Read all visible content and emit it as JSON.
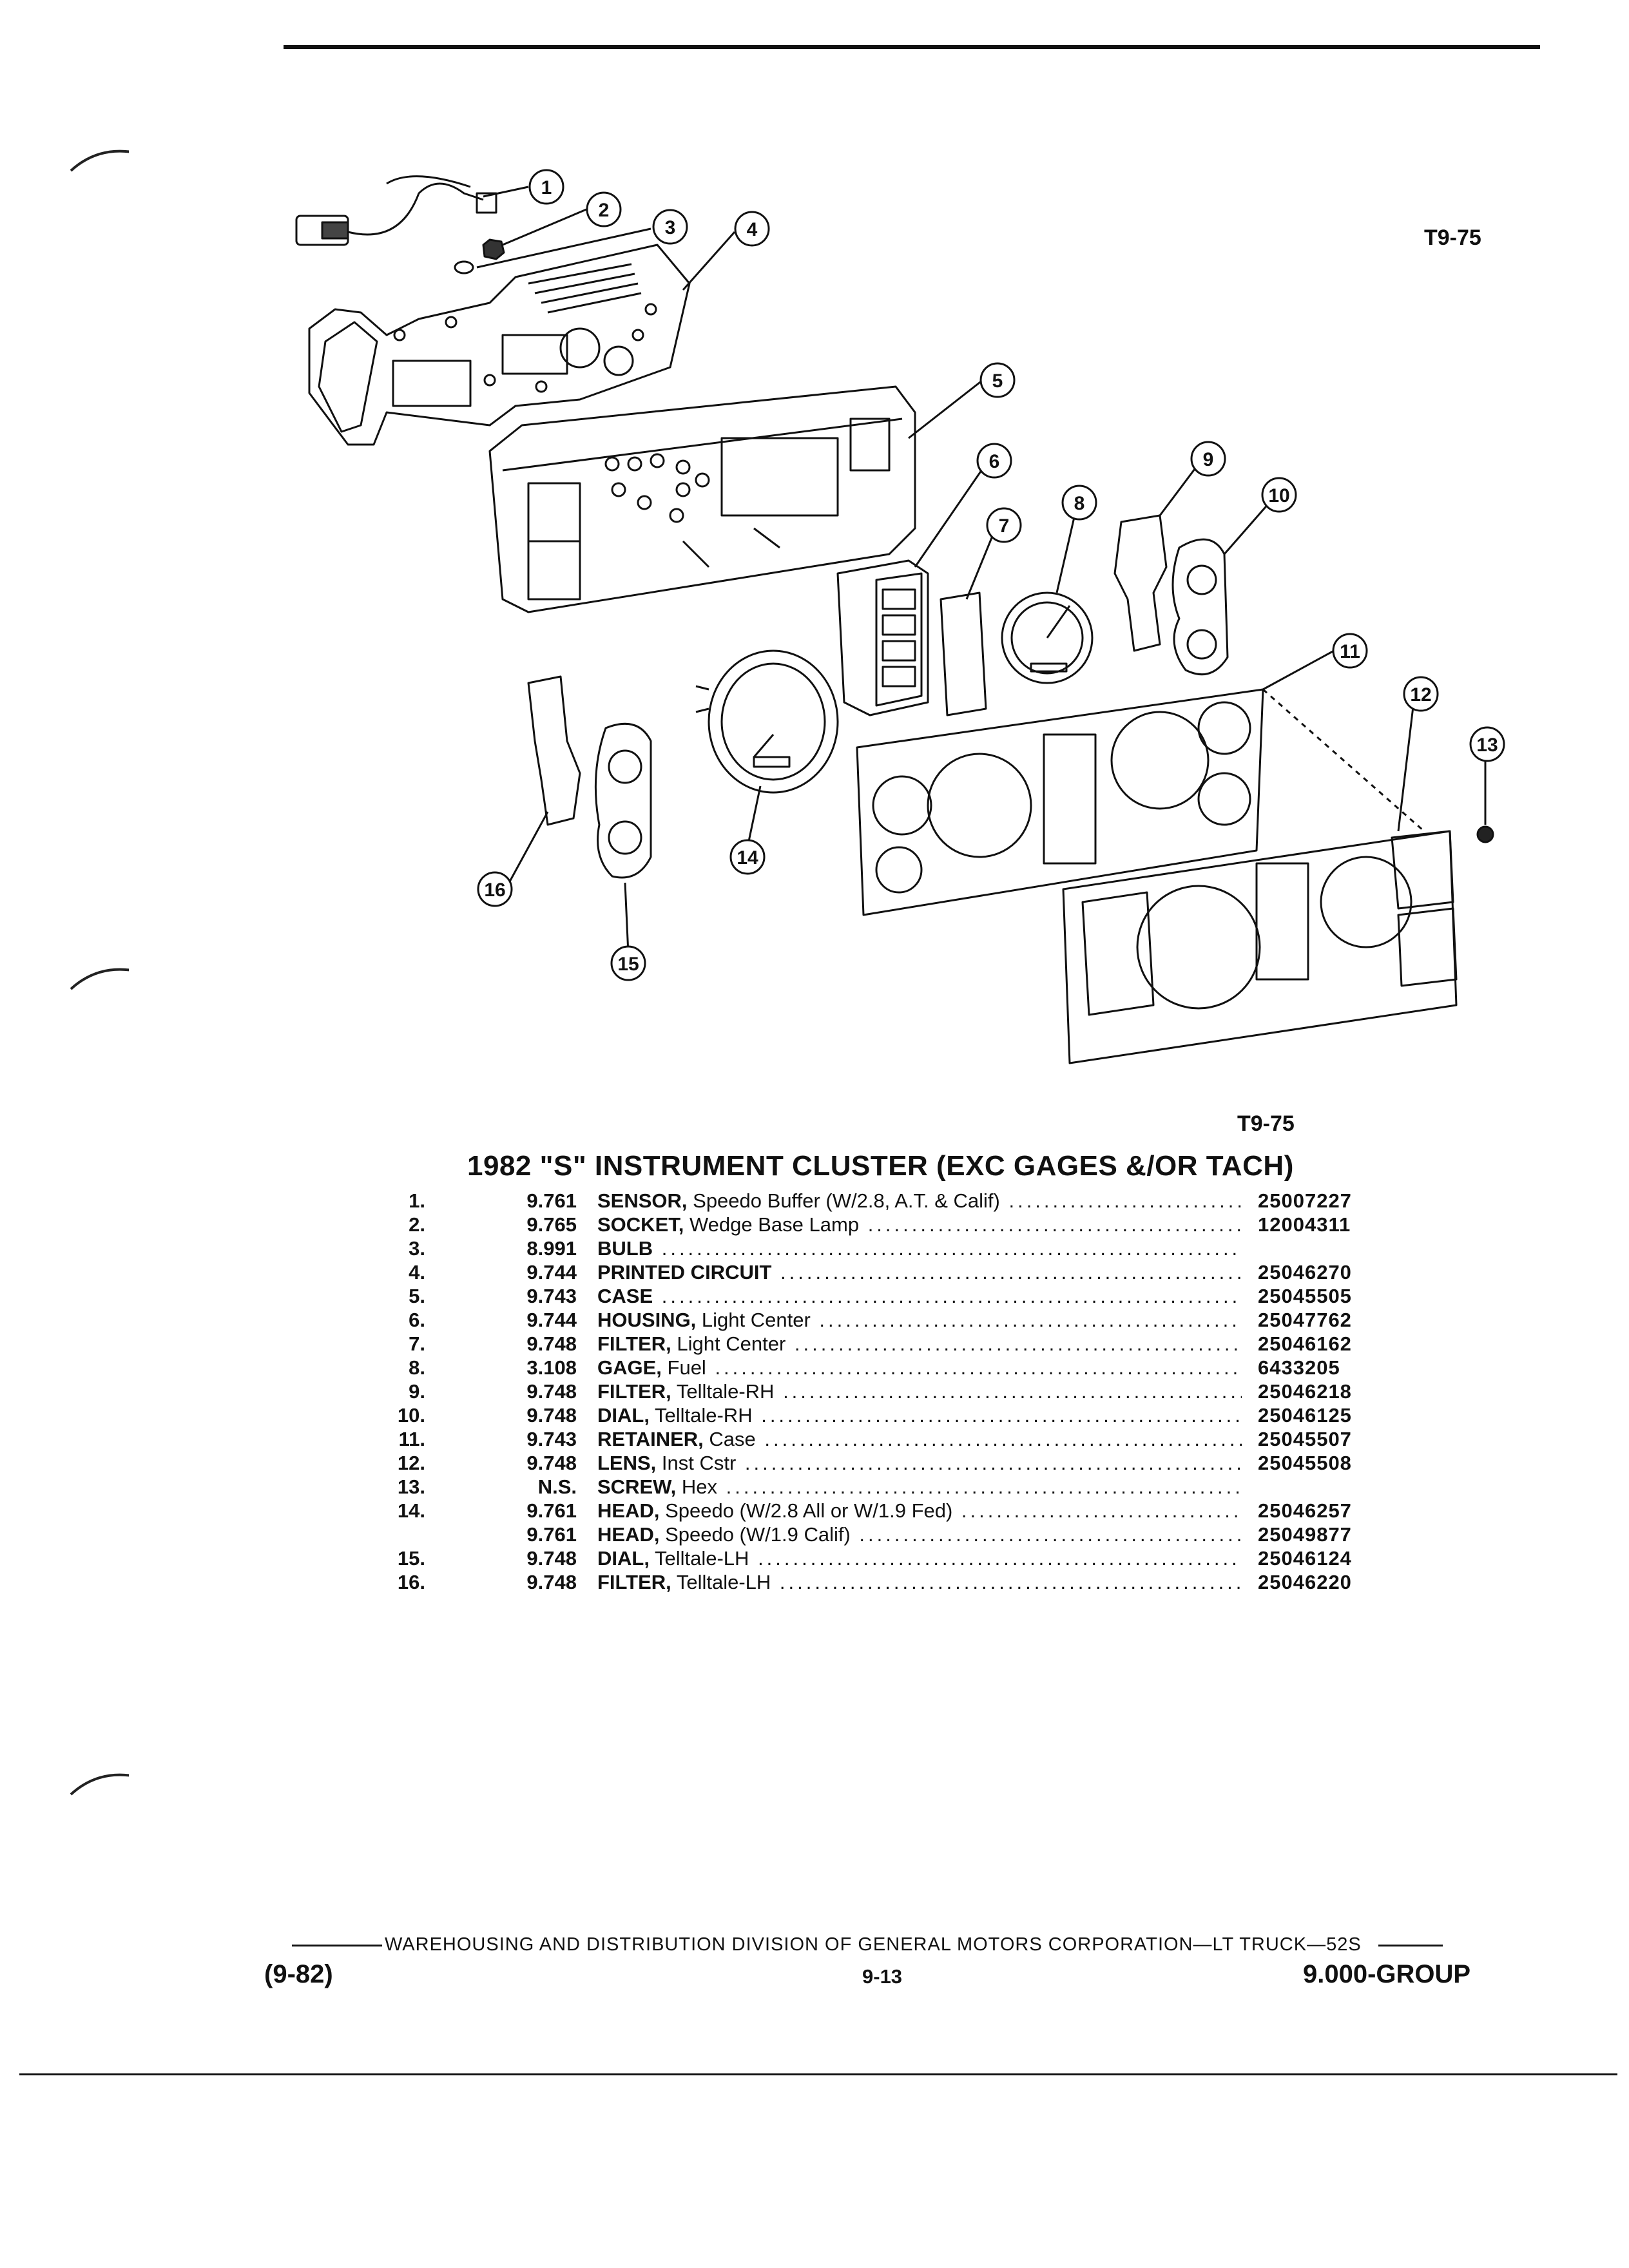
{
  "figure_code": "T9-75",
  "callouts": [
    "1",
    "2",
    "3",
    "4",
    "5",
    "6",
    "7",
    "8",
    "9",
    "10",
    "11",
    "12",
    "13",
    "14",
    "15",
    "16"
  ],
  "title": "1982 \"S\" INSTRUMENT CLUSTER (EXC GAGES &/OR TACH)",
  "parts": [
    {
      "num": "1.",
      "group": "9.761",
      "name": "SENSOR,",
      "detail": " Speedo Buffer (W/2.8, A.T. & Calif)",
      "part": "25007227"
    },
    {
      "num": "2.",
      "group": "9.765",
      "name": "SOCKET,",
      "detail": " Wedge Base Lamp",
      "part": "12004311"
    },
    {
      "num": "3.",
      "group": "8.991",
      "name": "BULB",
      "detail": "",
      "part": ""
    },
    {
      "num": "4.",
      "group": "9.744",
      "name": "PRINTED CIRCUIT",
      "detail": "",
      "part": "25046270"
    },
    {
      "num": "5.",
      "group": "9.743",
      "name": "CASE",
      "detail": "",
      "part": "25045505"
    },
    {
      "num": "6.",
      "group": "9.744",
      "name": "HOUSING,",
      "detail": " Light Center",
      "part": "25047762"
    },
    {
      "num": "7.",
      "group": "9.748",
      "name": "FILTER,",
      "detail": " Light Center",
      "part": "25046162"
    },
    {
      "num": "8.",
      "group": "3.108",
      "name": "GAGE,",
      "detail": " Fuel",
      "part": "6433205"
    },
    {
      "num": "9.",
      "group": "9.748",
      "name": "FILTER,",
      "detail": " Telltale-RH",
      "part": "25046218"
    },
    {
      "num": "10.",
      "group": "9.748",
      "name": "DIAL,",
      "detail": " Telltale-RH",
      "part": "25046125"
    },
    {
      "num": "11.",
      "group": "9.743",
      "name": "RETAINER,",
      "detail": " Case",
      "part": "25045507"
    },
    {
      "num": "12.",
      "group": "9.748",
      "name": "LENS,",
      "detail": " Inst Cstr",
      "part": "25045508"
    },
    {
      "num": "13.",
      "group": "N.S.",
      "name": "SCREW,",
      "detail": " Hex",
      "part": ""
    },
    {
      "num": "14.",
      "group": "9.761",
      "name": "HEAD,",
      "detail": " Speedo (W/2.8 All or W/1.9 Fed)",
      "part": "25046257"
    },
    {
      "num": "",
      "group": "9.761",
      "name": "HEAD,",
      "detail": " Speedo (W/1.9 Calif)",
      "part": "25049877"
    },
    {
      "num": "15.",
      "group": "9.748",
      "name": "DIAL,",
      "detail": " Telltale-LH",
      "part": "25046124"
    },
    {
      "num": "16.",
      "group": "9.748",
      "name": "FILTER,",
      "detail": " Telltale-LH",
      "part": "25046220"
    }
  ],
  "footer": {
    "division": "WAREHOUSING AND DISTRIBUTION  DIVISION OF GENERAL MOTORS CORPORATION—LT TRUCK—52S",
    "date": "(9-82)",
    "page": "9-13",
    "group": "9.000-GROUP"
  }
}
